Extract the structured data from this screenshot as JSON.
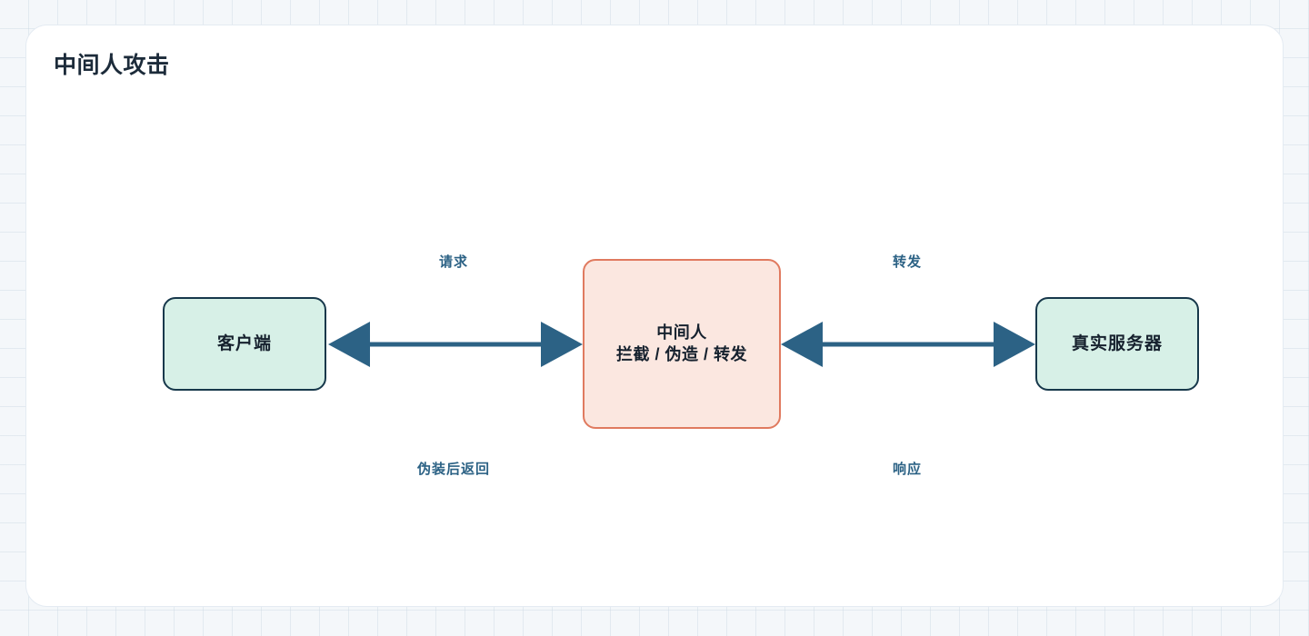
{
  "page": {
    "title": "中间人攻击",
    "background_color": "#f4f7fa",
    "card_color": "#ffffff",
    "title_color": "#1c2b3a"
  },
  "diagram": {
    "type": "flow-diagram",
    "accent_colors": {
      "endpoint_fill": "#d7f0e7",
      "endpoint_border": "#17384b",
      "attacker_fill": "#fbe7e0",
      "attacker_border": "#e07a5f",
      "arrow": "#2c6285",
      "label": "#2c6285"
    },
    "nodes": [
      {
        "id": "client",
        "label": "客户端",
        "line2": "",
        "kind": "endpoint"
      },
      {
        "id": "attacker",
        "label": "中间人",
        "line2": "拦截 / 伪造 / 转发",
        "kind": "attacker"
      },
      {
        "id": "server",
        "label": "真实服务器",
        "line2": "",
        "kind": "endpoint"
      }
    ],
    "edges": [
      {
        "id": "client-attacker",
        "from": "client",
        "to": "attacker",
        "direction": "bidirectional",
        "label_top": "请求",
        "label_bottom": "伪装后返回"
      },
      {
        "id": "attacker-server",
        "from": "attacker",
        "to": "server",
        "direction": "bidirectional",
        "label_top": "转发",
        "label_bottom": "响应"
      }
    ]
  }
}
